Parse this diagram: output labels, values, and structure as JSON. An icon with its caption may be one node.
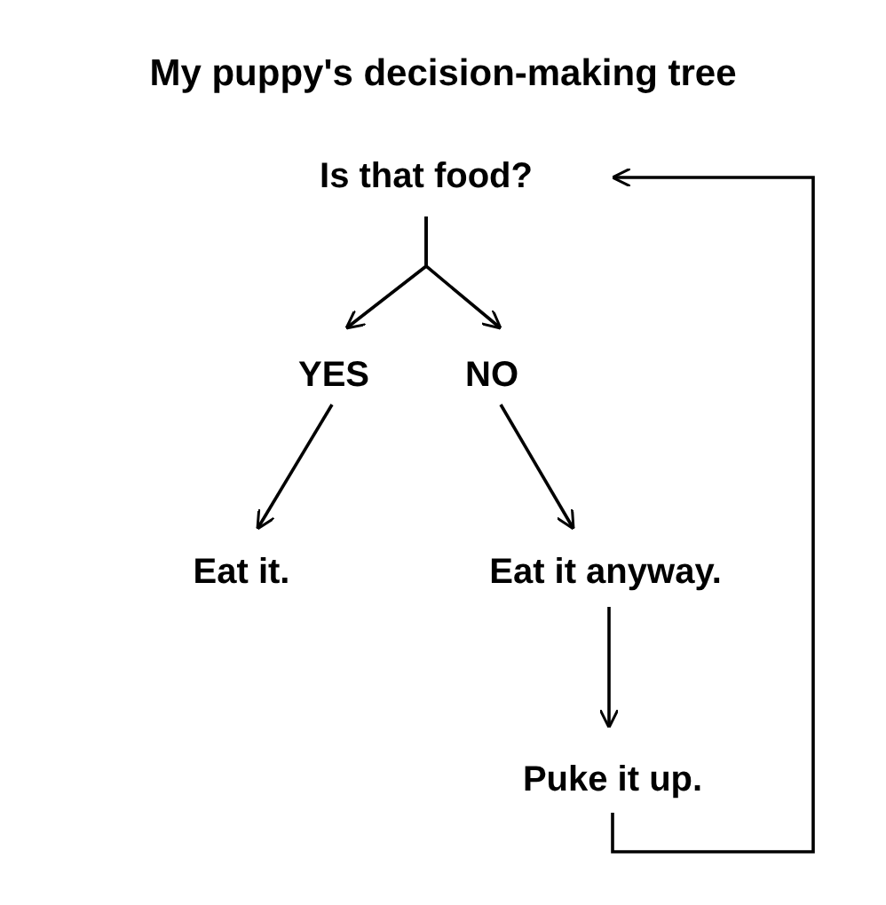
{
  "diagram": {
    "title": "My puppy's decision-making tree",
    "nodes": [
      {
        "text": [
          "Is that food?"
        ]
      },
      {
        "text": [
          "YES"
        ]
      },
      {
        "text": [
          "NO"
        ]
      },
      {
        "text": [
          "Eat it."
        ]
      },
      {
        "text": [
          "Eat it anyway."
        ]
      },
      {
        "text": [
          "Puke it up."
        ]
      }
    ],
    "edges": [
      {
        "from": 0,
        "to": 1,
        "arrow": "to"
      },
      {
        "from": 0,
        "to": 2,
        "arrow": "to"
      },
      {
        "from": 1,
        "to": 3,
        "arrow": "to"
      },
      {
        "from": 2,
        "to": 4,
        "arrow": "to"
      },
      {
        "from": 4,
        "to": 5,
        "arrow": "to"
      },
      {
        "from": 5,
        "to": 0,
        "arrow": "to"
      }
    ]
  }
}
